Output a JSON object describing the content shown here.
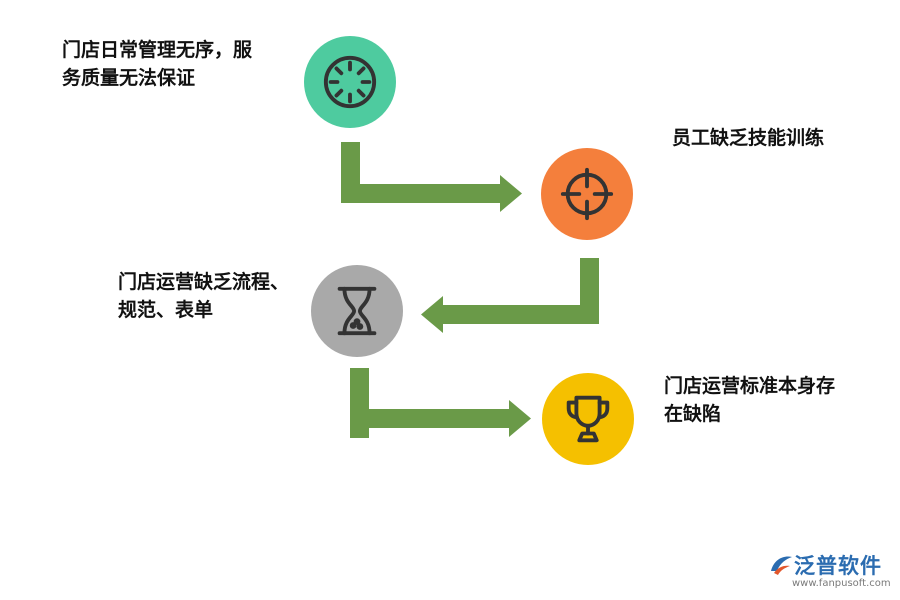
{
  "steps": [
    {
      "lines": [
        "门店日常管理无序，服",
        "务质量无法保证"
      ],
      "icon": "kiwi-slice-icon",
      "color": "#4ecb9f"
    },
    {
      "lines": [
        "员工缺乏技能训练"
      ],
      "icon": "crosshair-icon",
      "color": "#f47f3c"
    },
    {
      "lines": [
        "门店运营缺乏流程、",
        "规范、表单"
      ],
      "icon": "hourglass-icon",
      "color": "#a9a9a9"
    },
    {
      "lines": [
        "门店运营标准本身存",
        "在缺陷"
      ],
      "icon": "trophy-icon",
      "color": "#f5c000"
    }
  ],
  "arrow_color": "#6a9a48",
  "icon_stroke_color": "#333333",
  "watermark": {
    "brand": "泛普软件",
    "url": "www.fanpusoft.com"
  }
}
